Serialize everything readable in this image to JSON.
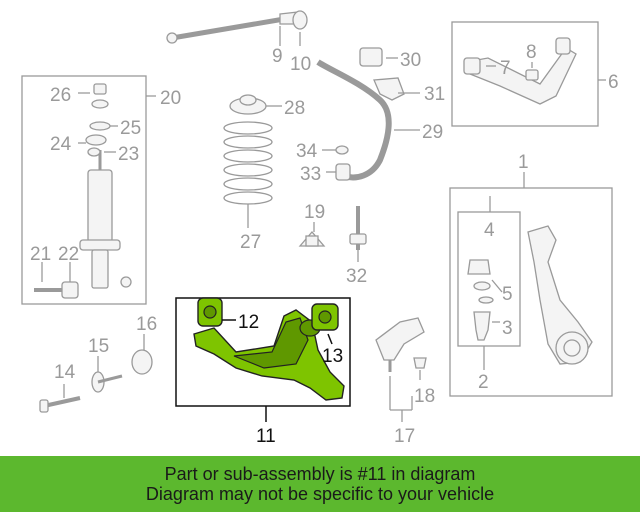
{
  "callouts": {
    "c1": "1",
    "c2": "2",
    "c3": "3",
    "c4": "4",
    "c5": "5",
    "c6": "6",
    "c7": "7",
    "c8": "8",
    "c9": "9",
    "c10": "10",
    "c11": "11",
    "c12": "12",
    "c13": "13",
    "c14": "14",
    "c15": "15",
    "c16": "16",
    "c17": "17",
    "c18": "18",
    "c19": "19",
    "c20": "20",
    "c21": "21",
    "c22": "22",
    "c23": "23",
    "c24": "24",
    "c25": "25",
    "c26": "26",
    "c27": "27",
    "c28": "28",
    "c29": "29",
    "c30": "30",
    "c31": "31",
    "c32": "32",
    "c33": "33",
    "c34": "34"
  },
  "highlighted_part": "11",
  "colors": {
    "highlight": "#7ec400",
    "banner": "#5cb82e",
    "ghost": "#9a9a9a"
  },
  "banner": {
    "line1": "Part or sub-assembly is #11 in diagram",
    "line2": "Diagram may not be specific to your vehicle"
  }
}
